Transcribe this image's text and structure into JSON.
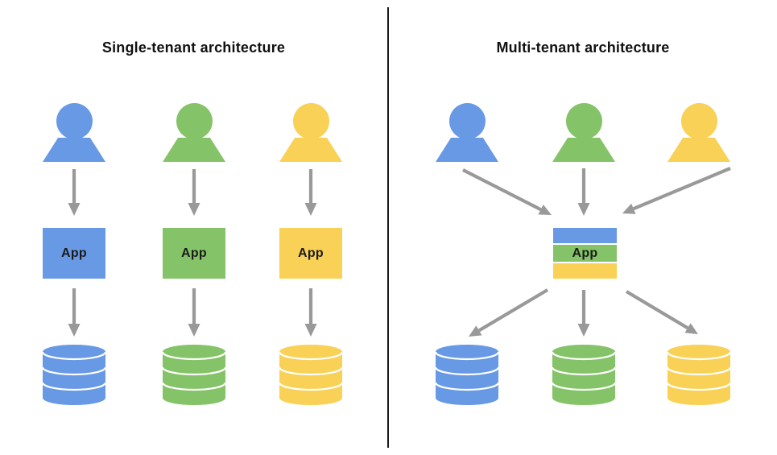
{
  "titles": {
    "left": "Single-tenant architecture",
    "right": "Multi-tenant architecture"
  },
  "left_panel": {
    "app_labels": [
      "App",
      "App",
      "App"
    ]
  },
  "right_panel": {
    "app_label": "App"
  },
  "icons": {
    "users": [
      "user-icon-blue",
      "user-icon-green",
      "user-icon-yellow"
    ],
    "databases": [
      "database-icon-blue",
      "database-icon-green",
      "database-icon-yellow"
    ],
    "arrows": "arrow-down-icon"
  },
  "colors": {
    "tenant_blue": "#6899E4",
    "tenant_green": "#85C368",
    "tenant_yellow": "#F8D156",
    "arrow_gray": "#999999",
    "divider_black": "#1A1A1A",
    "app_text": "#1B1B1B",
    "db_line_white": "#FFFFFF",
    "background": "#FFFFFF"
  }
}
